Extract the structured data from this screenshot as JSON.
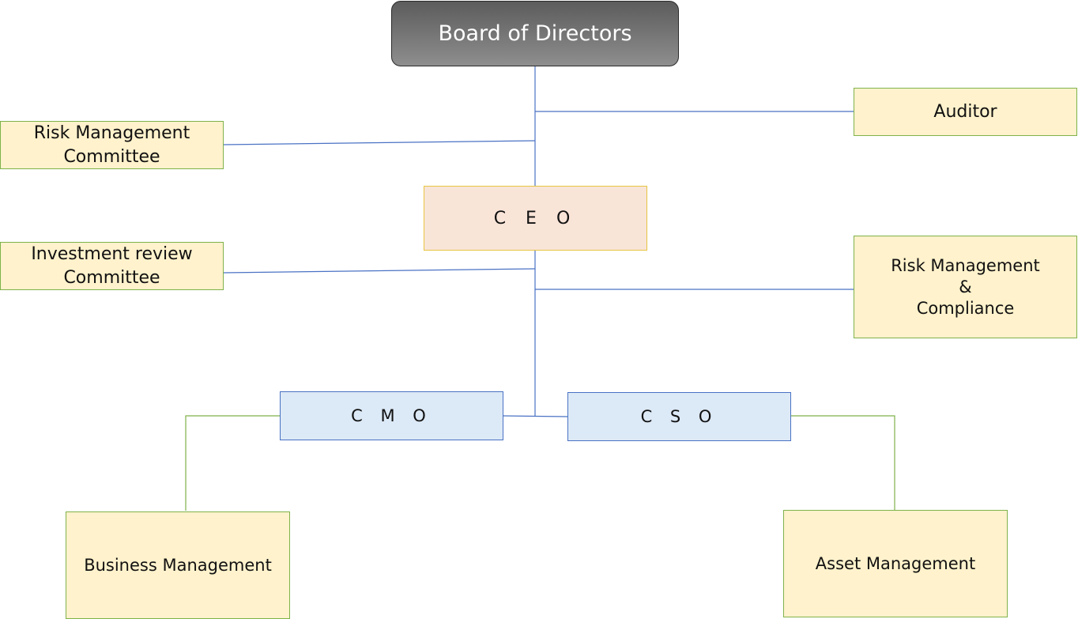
{
  "board": {
    "label": "Board of Directors"
  },
  "auditor": {
    "label": "Auditor"
  },
  "risk_committee": {
    "lines": [
      "Risk Management",
      "Committee"
    ]
  },
  "ceo": {
    "label": "C E O"
  },
  "investment_committee": {
    "lines": [
      "Investment review",
      "Committee"
    ]
  },
  "risk_compliance": {
    "lines": [
      "Risk Management",
      "&",
      "Compliance"
    ]
  },
  "cmo": {
    "label": "C M O"
  },
  "cso": {
    "label": "C S O"
  },
  "business_management": {
    "label": "Business Management"
  },
  "asset_management": {
    "label": "Asset Management"
  },
  "colors": {
    "blue_line": "#4a72c4",
    "green_line": "#7fb24a",
    "yellow_fill": "#fff2cc",
    "blue_fill": "#dce9f6",
    "ceo_fill": "#f9e4d8"
  }
}
